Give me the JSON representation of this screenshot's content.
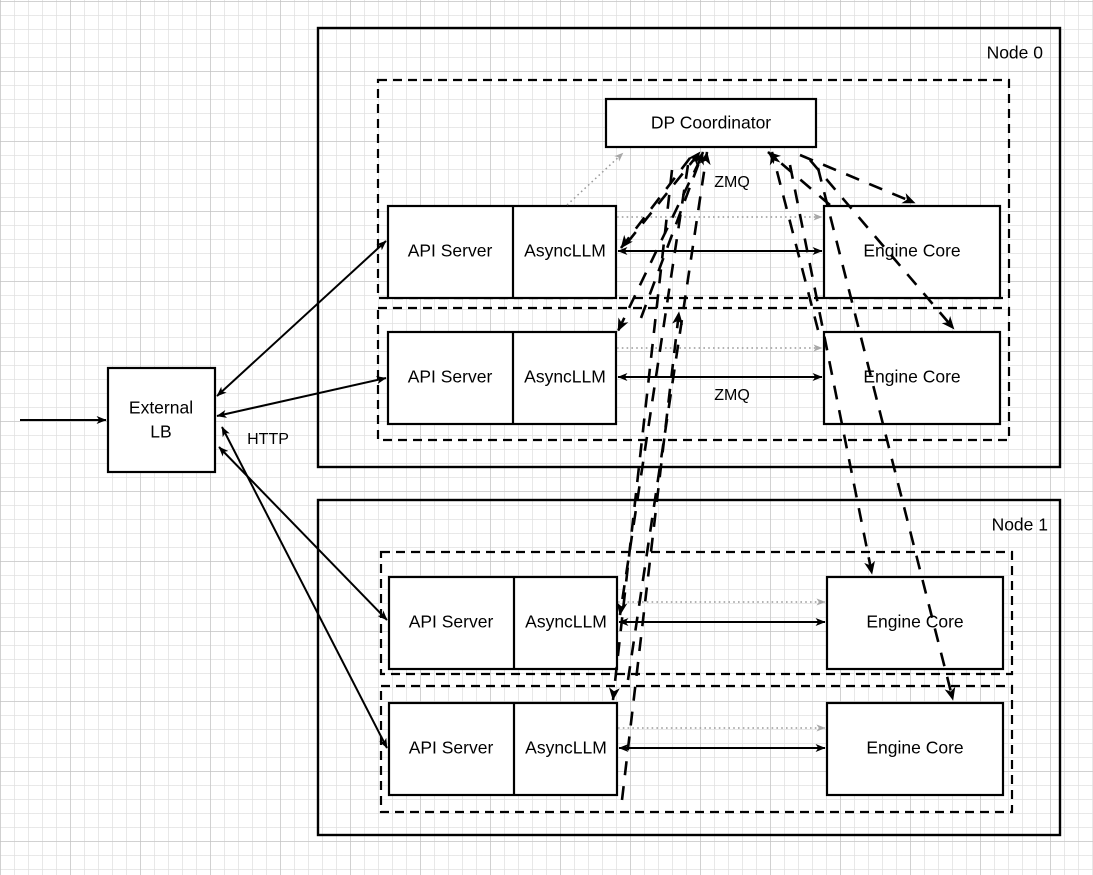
{
  "diagram": {
    "title": "vLLM data-parallel deployment topology",
    "background": "graph-paper-grid",
    "colors": {
      "stroke": "#000000",
      "dotted_link": "#9a9a9a",
      "background": "#ffffff",
      "grid_minor": "#e1e1e1",
      "grid_major": "#bebebe"
    }
  },
  "external": {
    "lb_label_line1": "External",
    "lb_label_line2": "LB",
    "http_label": "HTTP"
  },
  "coordinator": {
    "label": "DP Coordinator"
  },
  "edge_labels": {
    "zmq_top": "ZMQ",
    "zmq_mid": "ZMQ"
  },
  "nodes": [
    {
      "id": "node-0",
      "label": "Node 0",
      "dp_groups": [
        {
          "id": "node0-dp0",
          "frontend": {
            "api_server": "API Server",
            "async_llm": "AsyncLLM"
          },
          "engine": {
            "label": "Engine Core"
          }
        },
        {
          "id": "node0-dp1",
          "frontend": {
            "api_server": "API Server",
            "async_llm": "AsyncLLM"
          },
          "engine": {
            "label": "Engine Core"
          }
        }
      ]
    },
    {
      "id": "node-1",
      "label": "Node 1",
      "dp_groups": [
        {
          "id": "node1-dp0",
          "frontend": {
            "api_server": "API Server",
            "async_llm": "AsyncLLM"
          },
          "engine": {
            "label": "Engine Core"
          }
        },
        {
          "id": "node1-dp1",
          "frontend": {
            "api_server": "API Server",
            "async_llm": "AsyncLLM"
          },
          "engine": {
            "label": "Engine Core"
          }
        }
      ]
    }
  ]
}
